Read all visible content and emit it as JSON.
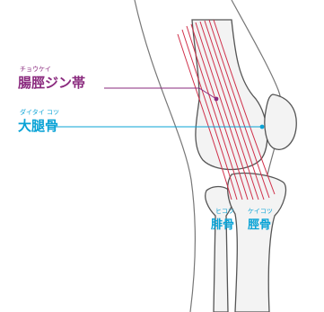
{
  "labels": {
    "itb": {
      "furigana": "チョウケイ",
      "text": "腸脛ジン帯"
    },
    "femur": {
      "furigana": "ダイタイ コツ",
      "text": "大腿骨"
    },
    "fibula": {
      "furigana": "ヒコツ",
      "text": "腓骨"
    },
    "tibia": {
      "furigana": "ケイコツ",
      "text": "脛骨"
    }
  },
  "colors": {
    "itb": "#8a2a7e",
    "femur": "#0aa3d6",
    "bone": "#f3f3f3",
    "fiber": "#d0304a",
    "outline": "#555555"
  }
}
